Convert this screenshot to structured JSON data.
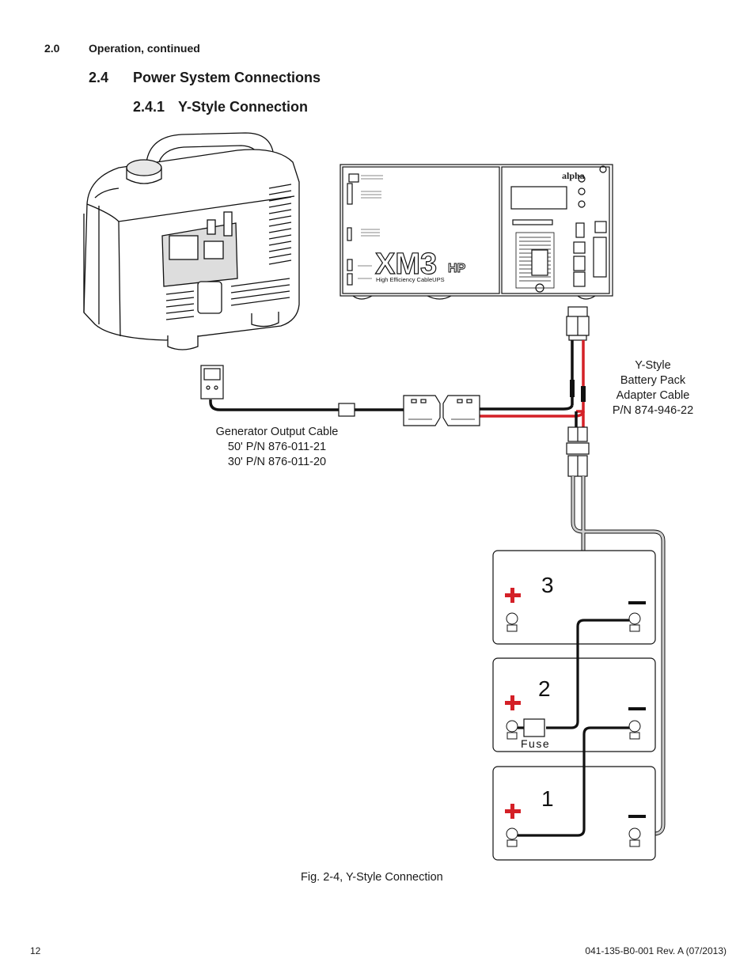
{
  "header": {
    "section_number": "2.0",
    "section_title": "Operation, continued"
  },
  "subsection": {
    "number": "2.4",
    "title": "Power System Connections"
  },
  "subsubsection": {
    "number": "2.4.1",
    "title": "Y-Style Connection"
  },
  "figure": {
    "ups_brand": "XM3",
    "ups_brand_suffix": "HP",
    "ups_tagline": "High Efficiency CableUPS",
    "ups_logo": "alpha",
    "y_cable_label": [
      "Y-Style",
      "Battery Pack",
      "Adapter Cable",
      "P/N 874-946-22"
    ],
    "generator_cable_label": [
      "Generator Output Cable",
      "50' P/N 876-011-21",
      "30' P/N 876-011-20"
    ],
    "batteries": [
      {
        "number": "3",
        "plus": "+",
        "minus": "—"
      },
      {
        "number": "2",
        "plus": "+",
        "minus": "—"
      },
      {
        "number": "1",
        "plus": "+",
        "minus": "—"
      }
    ],
    "fuse_label": "Fuse",
    "caption": "Fig. 2-4, Y-Style Connection"
  },
  "footer": {
    "page_number": "12",
    "doc_revision": "041-135-B0-001 Rev. A (07/2013)"
  },
  "colors": {
    "positive_wire": "#d42027",
    "negative_wire": "#111111",
    "return_wire": "#c8c8c8"
  }
}
